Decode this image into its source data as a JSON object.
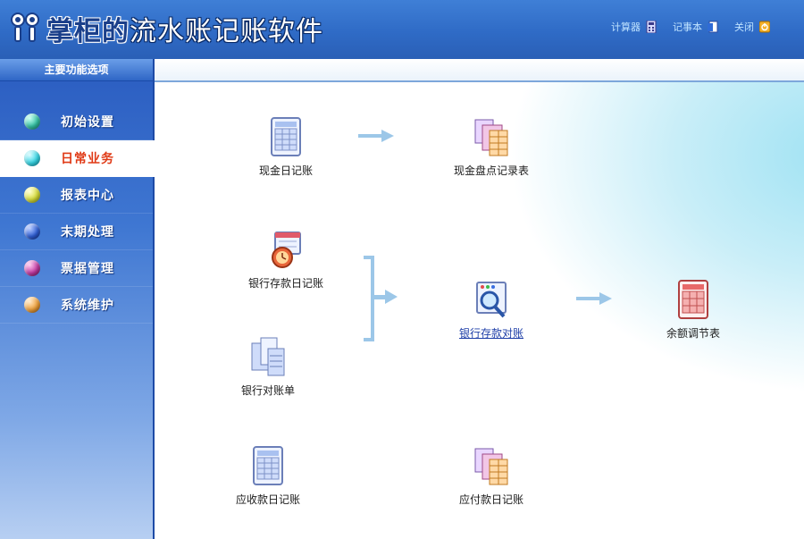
{
  "header": {
    "brand_part1": "掌柜的",
    "brand_part2": "流水账记账软件",
    "links": [
      {
        "label": "计算器",
        "icon": "calculator-icon"
      },
      {
        "label": "记事本",
        "icon": "notepad-icon"
      },
      {
        "label": "关闭",
        "icon": "power-icon"
      }
    ]
  },
  "sidebar": {
    "title": "主要功能选项",
    "items": [
      {
        "label": "初始设置",
        "color": "#33c2a4"
      },
      {
        "label": "日常业务",
        "color": "#34d7e6",
        "active": true
      },
      {
        "label": "报表中心",
        "color": "#d7de3a"
      },
      {
        "label": "末期处理",
        "color": "#2f5fd6"
      },
      {
        "label": "票据管理",
        "color": "#c23aa3"
      },
      {
        "label": "系统维护",
        "color": "#f0a23c"
      }
    ]
  },
  "flow": {
    "cash_journal": "现金日记账",
    "cash_count": "现金盘点记录表",
    "bank_journal": "银行存款日记账",
    "bank_statement": "银行对账单",
    "bank_reconcile": "银行存款对账",
    "balance_adjust": "余额调节表",
    "receivable_journal": "应收款日记账",
    "payable_journal": "应付款日记账"
  },
  "colors": {
    "accent": "#2f6bc6",
    "arrow": "#9cc7e8",
    "active_text": "#e03a16"
  }
}
